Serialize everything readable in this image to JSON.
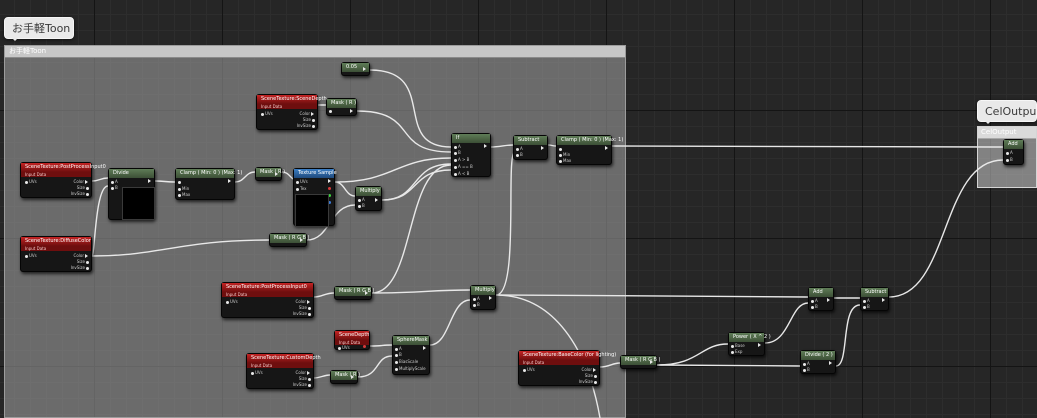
{
  "comments": {
    "toon_bubble": "お手軽Toon",
    "toon_header": "お手軽Toon",
    "cel_bubble": "CelOutpu",
    "cel_header": "CelOutput"
  },
  "pins": {
    "a": "A",
    "b": "B",
    "uvs": "UVs",
    "tex": "Tex",
    "color": "Color",
    "size": "Size",
    "invsize": "InvSize",
    "min": "Min",
    "max": "Max",
    "ab_gt": "A > B",
    "ab_eq": "A == B",
    "ab_lt": "A < B",
    "base": "Base",
    "exp": "Exp",
    "bias": "BiasScale",
    "mult": "MultiplyScale"
  },
  "nodes": {
    "const": "0.05",
    "scene_depth": "SceneTexture:SceneDepth",
    "input_data": "Input Data",
    "mask_r1": "Mask ( R )",
    "ppi1": "SceneTexture:PostProcessInput0",
    "divide": "Divide",
    "clamp1": "Clamp ( Min: 0 ) (Max: 1)",
    "mask_r2": "Mask ( R )",
    "tex_sample": "Texture Sample",
    "multiply1": "Multiply",
    "if": "If",
    "subtract1": "Subtract",
    "clamp2": "Clamp ( Min: 0 ) (Max: 1)",
    "diffuse": "SceneTexture:DiffuseColor",
    "mask_rgb1": "Mask ( R G B )",
    "ppi2": "SceneTexture:PostProcessInput0",
    "mask_rgb2": "Mask ( R G B )",
    "multiply2": "Multiply",
    "scene_depth2": "SceneDepth",
    "sphere_mask": "SphereMask",
    "custom_depth": "SceneTexture:CustomDepth",
    "mask_r3": "Mask ( R )",
    "base_color": "SceneTexture:BaseColor (for lighting)",
    "mask_rgb3": "Mask ( R G B )",
    "power": "Power ( X ^ 2 )",
    "divide2": "Divide ( 2 )",
    "add1": "Add",
    "subtract2": "Subtract",
    "add2": "Add"
  }
}
